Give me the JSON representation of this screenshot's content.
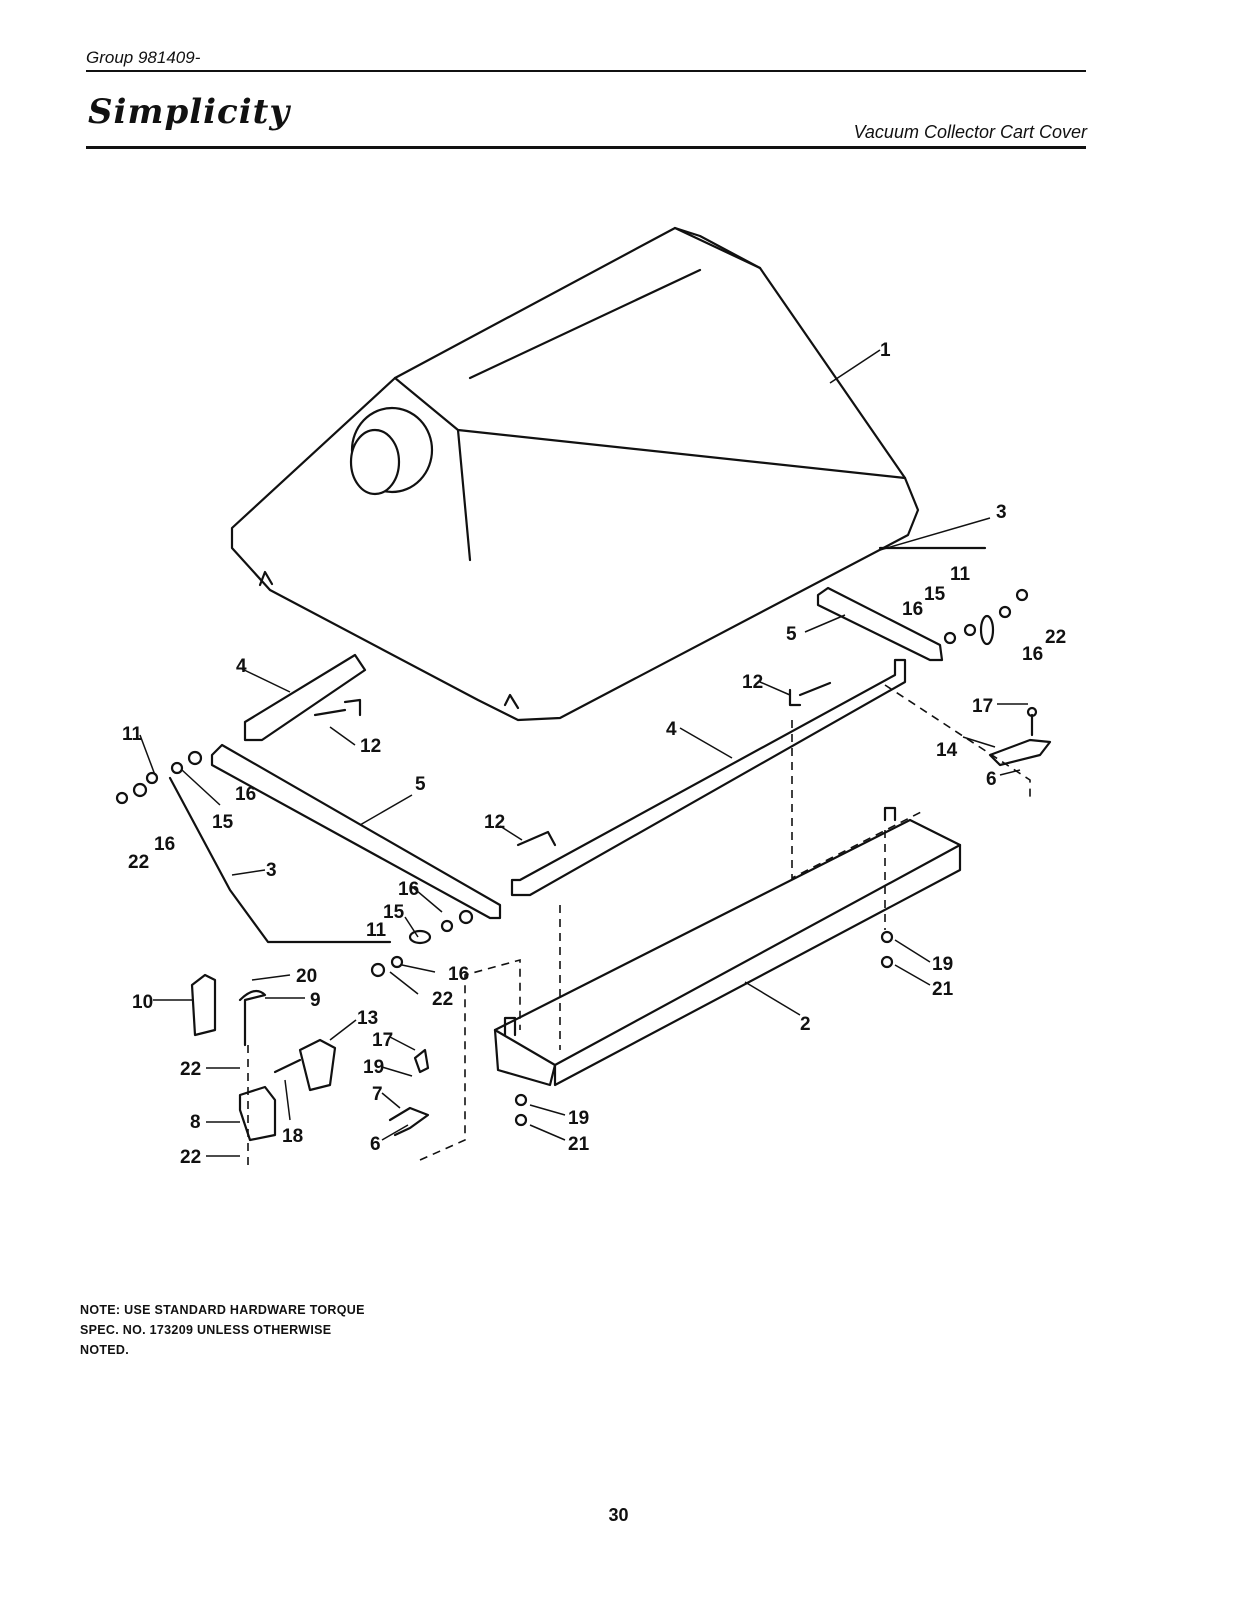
{
  "header": {
    "group": "Group  981409-",
    "brand": "Simplicity",
    "section_title": "Vacuum Collector Cart Cover"
  },
  "callouts": [
    {
      "id": "c1",
      "label": "1"
    },
    {
      "id": "c2",
      "label": "2"
    },
    {
      "id": "c3a",
      "label": "3"
    },
    {
      "id": "c3b",
      "label": "3"
    },
    {
      "id": "c4a",
      "label": "4"
    },
    {
      "id": "c4b",
      "label": "4"
    },
    {
      "id": "c5a",
      "label": "5"
    },
    {
      "id": "c5b",
      "label": "5"
    },
    {
      "id": "c6a",
      "label": "6"
    },
    {
      "id": "c6b",
      "label": "6"
    },
    {
      "id": "c7",
      "label": "7"
    },
    {
      "id": "c8",
      "label": "8"
    },
    {
      "id": "c9",
      "label": "9"
    },
    {
      "id": "c10",
      "label": "10"
    },
    {
      "id": "c11a",
      "label": "11"
    },
    {
      "id": "c11b",
      "label": "11"
    },
    {
      "id": "c11c",
      "label": "11"
    },
    {
      "id": "c12a",
      "label": "12"
    },
    {
      "id": "c12b",
      "label": "12"
    },
    {
      "id": "c12c",
      "label": "12"
    },
    {
      "id": "c13",
      "label": "13"
    },
    {
      "id": "c14",
      "label": "14"
    },
    {
      "id": "c15a",
      "label": "15"
    },
    {
      "id": "c15b",
      "label": "15"
    },
    {
      "id": "c15c",
      "label": "15"
    },
    {
      "id": "c16a",
      "label": "16"
    },
    {
      "id": "c16b",
      "label": "16"
    },
    {
      "id": "c16c",
      "label": "16"
    },
    {
      "id": "c16d",
      "label": "16"
    },
    {
      "id": "c16e",
      "label": "16"
    },
    {
      "id": "c16f",
      "label": "16"
    },
    {
      "id": "c17a",
      "label": "17"
    },
    {
      "id": "c17b",
      "label": "17"
    },
    {
      "id": "c18",
      "label": "18"
    },
    {
      "id": "c19a",
      "label": "19"
    },
    {
      "id": "c19b",
      "label": "19"
    },
    {
      "id": "c19c",
      "label": "19"
    },
    {
      "id": "c20",
      "label": "20"
    },
    {
      "id": "c21a",
      "label": "21"
    },
    {
      "id": "c21b",
      "label": "21"
    },
    {
      "id": "c22a",
      "label": "22"
    },
    {
      "id": "c22b",
      "label": "22"
    },
    {
      "id": "c22c",
      "label": "22"
    },
    {
      "id": "c22d",
      "label": "22"
    },
    {
      "id": "c22e",
      "label": "22"
    }
  ],
  "note": "NOTE:  USE STANDARD HARDWARE TORQUE SPEC. NO. 173209 UNLESS OTHERWISE NOTED.",
  "page_number": "30"
}
